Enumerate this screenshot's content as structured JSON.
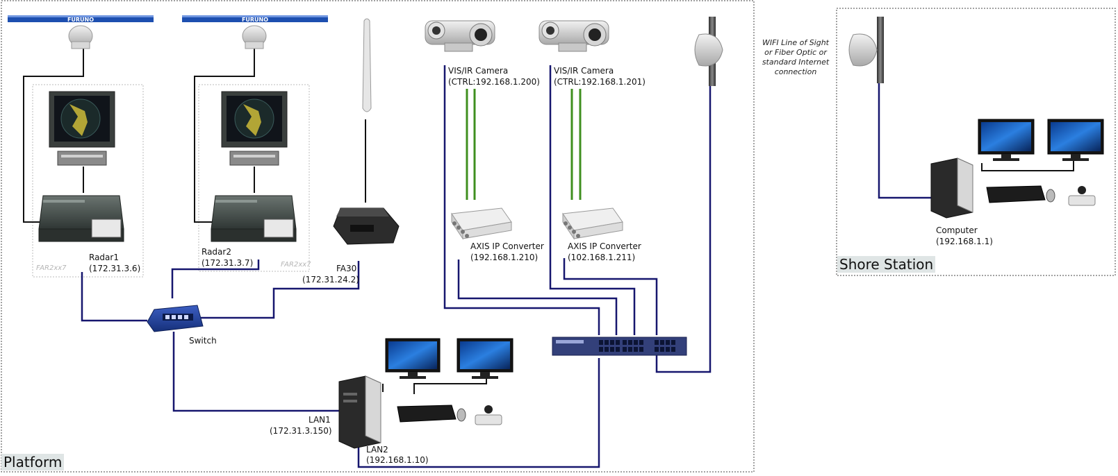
{
  "regions": {
    "platform": "Platform",
    "shore_station": "Shore Station"
  },
  "equipment_labels": {
    "radar_model": "FAR2xx7",
    "antenna_brand": "FURUNO"
  },
  "devices": {
    "radar1": {
      "name": "Radar1",
      "ip": "(172.31.3.6)"
    },
    "radar2": {
      "name": "Radar2",
      "ip": "(172.31.3.7)"
    },
    "fa30": {
      "name": "FA30",
      "ip": "(172.31.24.2)"
    },
    "switch": {
      "name": "Switch"
    },
    "camera1": {
      "name": "VIS/IR Camera",
      "ctrl": "(CTRL:192.168.1.200)"
    },
    "camera2": {
      "name": "VIS/IR Camera",
      "ctrl": "(CTRL:192.168.1.201)"
    },
    "converter1": {
      "name": "AXIS IP Converter",
      "ip": "(192.168.1.210)"
    },
    "converter2": {
      "name": "AXIS IP Converter",
      "ip": "(102.168.1.211)"
    },
    "lan1": {
      "name": "LAN1",
      "ip": "(172.31.3.150)"
    },
    "lan2": {
      "name": "LAN2",
      "ip": "(192.168.1.10)"
    },
    "shore_computer": {
      "name": "Computer",
      "ip": "(192.168.1.1)"
    }
  },
  "link_note": {
    "line1": "WIFI Line of Sight",
    "line2": "or Fiber Optic or",
    "line3": "standard Internet",
    "line4": "connection"
  },
  "colors": {
    "network_cable": "#16166e",
    "video_cable": "#3f8f1f",
    "device_cable": "#111111",
    "boundary": "#444444"
  }
}
